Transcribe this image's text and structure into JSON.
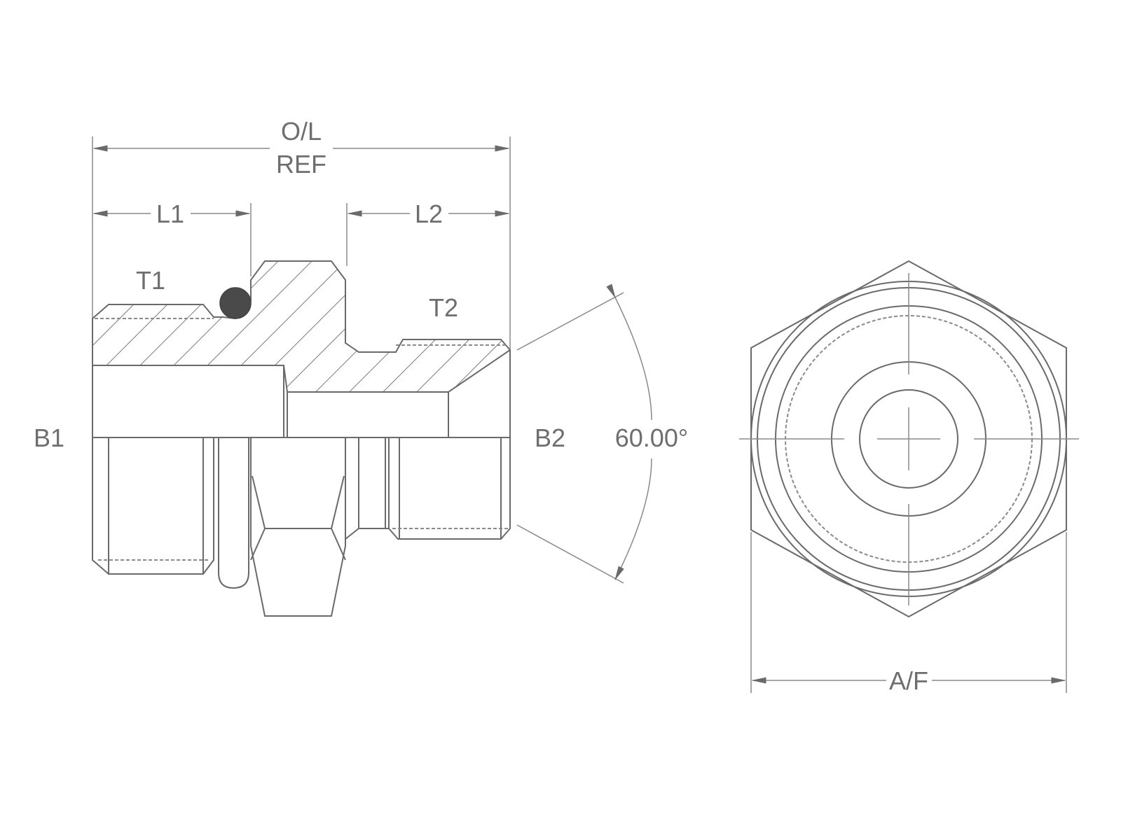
{
  "side_view": {
    "overall_length_label": "O/L",
    "overall_length_ref": "REF",
    "l1_label": "L1",
    "l2_label": "L2",
    "t1_label": "T1",
    "t2_label": "T2",
    "b1_label": "B1",
    "b2_label": "B2",
    "angle_label": "60.00°"
  },
  "end_view": {
    "across_flats_label": "A/F"
  },
  "colors": {
    "line": "#6a6a6a",
    "oring": "#4a4a4a"
  }
}
